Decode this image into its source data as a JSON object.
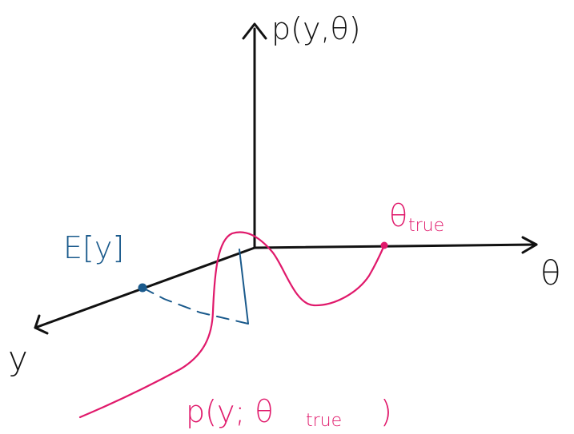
{
  "axes": {
    "vertical_label": "p(y,θ)",
    "theta_label": "θ",
    "y_label": "y"
  },
  "annotations": {
    "expectation": "E[y]",
    "theta_true_base": "θ",
    "theta_true_subscript": "true",
    "curve_base": "p(y; θ",
    "curve_subscript": "true",
    "curve_close": ")"
  },
  "colors": {
    "axis": "#111111",
    "blue": "#1a5a8c",
    "pink": "#e0196b"
  }
}
